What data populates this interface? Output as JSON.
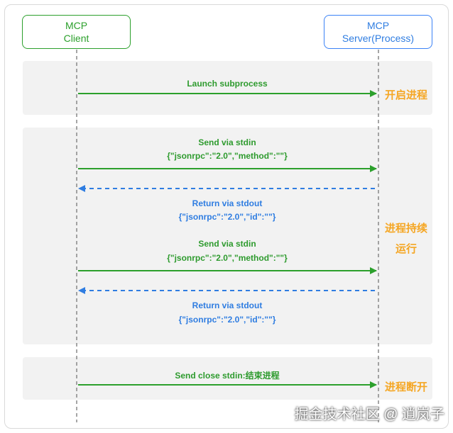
{
  "participants": {
    "client": {
      "line1": "MCP",
      "line2": "Client"
    },
    "server": {
      "line1": "MCP",
      "line2": "Server(Process)"
    }
  },
  "messages": [
    {
      "label": "Launch subprocess",
      "payload": "",
      "direction": "to-server"
    },
    {
      "label": "Send via stdin",
      "payload": "{\"jsonrpc\":\"2.0\",\"method\":\"\"}",
      "direction": "to-server"
    },
    {
      "label": "Return via stdout",
      "payload": "{\"jsonrpc\":\"2.0\",\"id\":\"\"}",
      "direction": "to-client"
    },
    {
      "label": "Send via stdin",
      "payload": "{\"jsonrpc\":\"2.0\",\"method\":\"\"}",
      "direction": "to-server"
    },
    {
      "label": "Return via stdout",
      "payload": "{\"jsonrpc\":\"2.0\",\"id\":\"\"}",
      "direction": "to-client"
    },
    {
      "label": "Send close stdin:结束进程",
      "payload": "",
      "direction": "to-server"
    }
  ],
  "phases": {
    "start": "开启进程",
    "running_line1": "进程持续",
    "running_line2": "运行",
    "stop": "进程断开"
  },
  "watermark": "掘金技术社区 @ 逍岚子",
  "colors": {
    "request": "#2ca02c",
    "response": "#2f7de1",
    "phase": "#f5a623",
    "band": "#f2f2f2"
  }
}
